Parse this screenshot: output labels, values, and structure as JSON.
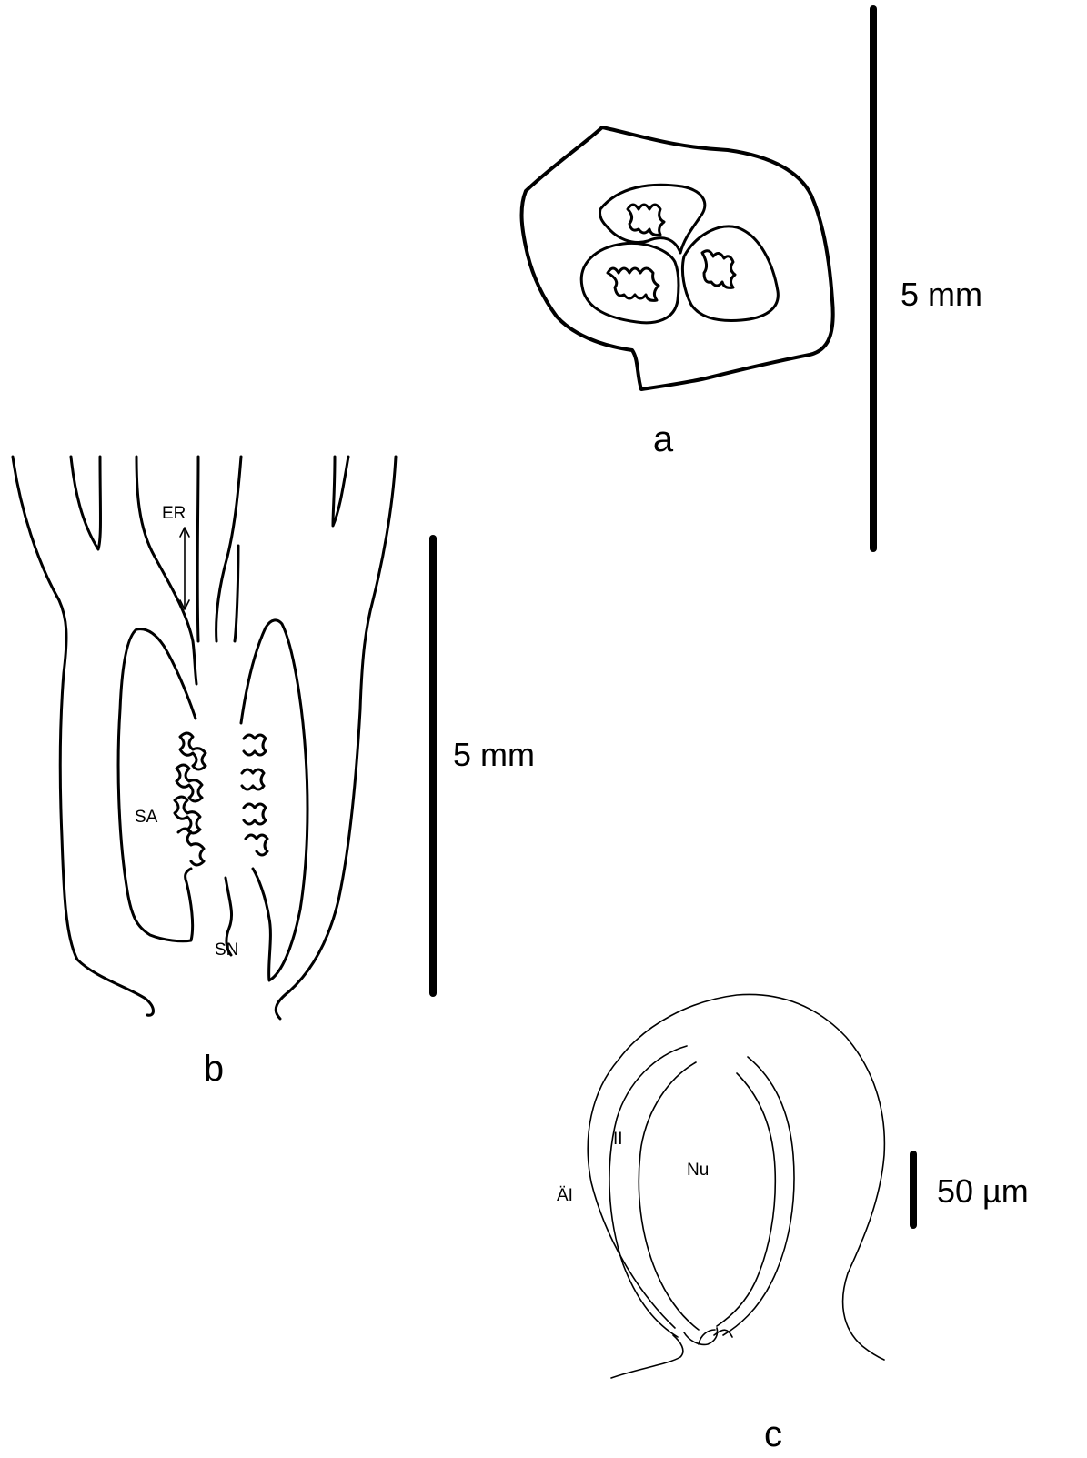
{
  "panels": {
    "a": {
      "label": "a",
      "scale_label": "5 mm"
    },
    "b": {
      "label": "b",
      "scale_label": "5 mm",
      "annotations": {
        "er": "ER",
        "sa": "SA",
        "sn": "SN"
      }
    },
    "c": {
      "label": "c",
      "scale_label": "50 µm",
      "annotations": {
        "nu": "Nu",
        "ii": "II",
        "ai": "ÄI"
      }
    }
  },
  "colors": {
    "stroke": "#000000",
    "background": "#ffffff"
  }
}
